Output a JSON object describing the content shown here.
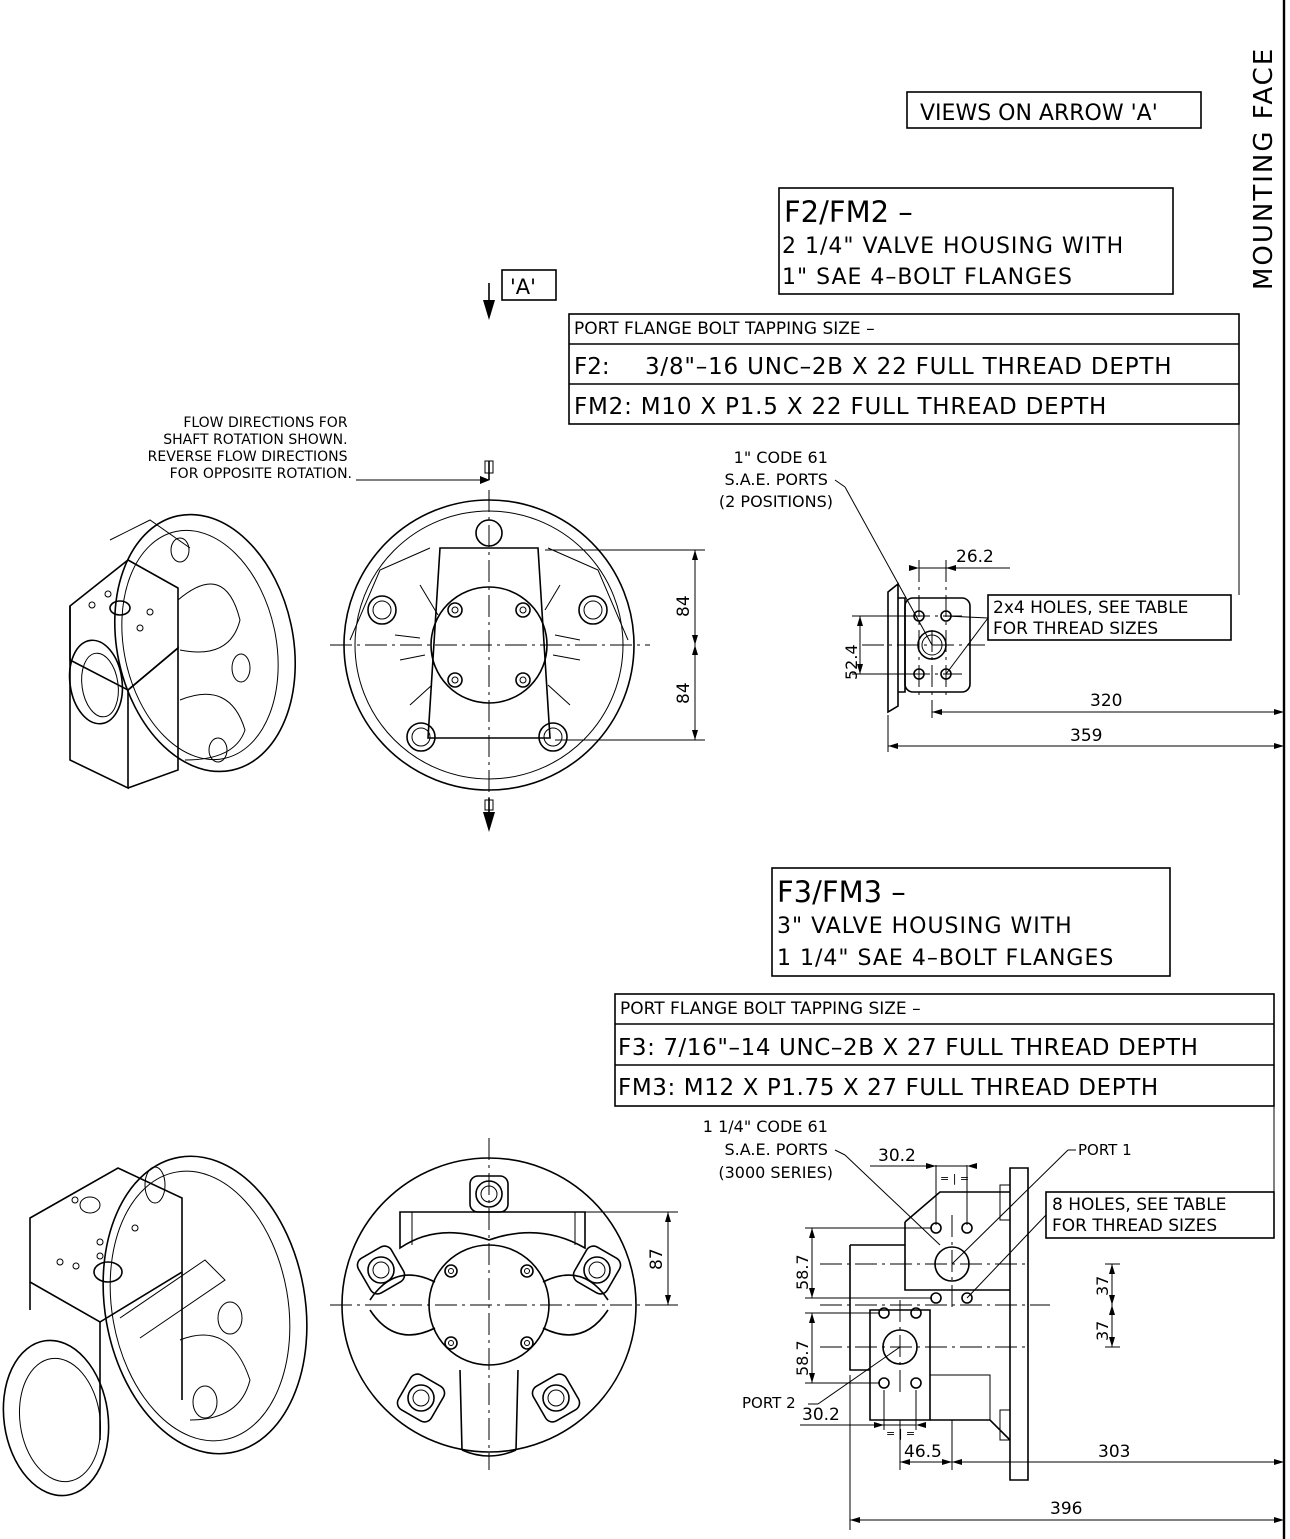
{
  "header": {
    "view_label": "VIEWS ON ARROW 'A'",
    "mounting_face": "MOUNTING FACE",
    "arrow_label": "'A'"
  },
  "notes": {
    "flow": [
      "FLOW DIRECTIONS FOR",
      "SHAFT ROTATION SHOWN.",
      "REVERSE FLOW DIRECTIONS",
      "FOR OPPOSITE ROTATION."
    ]
  },
  "f2": {
    "title": "F2/FM2 –",
    "line1": "2 1/4\" VALVE HOUSING WITH",
    "line2": "1\" SAE 4–BOLT FLANGES",
    "table_header": "PORT FLANGE BOLT TAPPING SIZE –",
    "row1_key": "F2:",
    "row1_val": "3/8\"–16 UNC–2B X 22 FULL THREAD DEPTH",
    "row2": "FM2: M10 X P1.5 X 22 FULL THREAD DEPTH",
    "ports": [
      "1\" CODE 61",
      "S.A.E. PORTS",
      "(2 POSITIONS)"
    ],
    "holes": [
      "2x4 HOLES, SEE TABLE",
      "FOR THREAD SIZES"
    ],
    "dims": {
      "d84a": "84",
      "d84b": "84",
      "d26": "26.2",
      "d52": "52.4",
      "d320": "320",
      "d359": "359"
    }
  },
  "f3": {
    "title": "F3/FM3 –",
    "line1": "3\" VALVE HOUSING WITH",
    "line2": "1 1/4\" SAE 4–BOLT FLANGES",
    "table_header": "PORT FLANGE BOLT TAPPING SIZE –",
    "row1": "F3: 7/16\"–14 UNC–2B X 27 FULL THREAD DEPTH",
    "row2": "FM3: M12 X P1.75 X 27 FULL THREAD DEPTH",
    "ports": [
      "1 1/4\" CODE 61",
      "S.A.E. PORTS",
      "(3000 SERIES)"
    ],
    "port1": "PORT 1",
    "port2": "PORT 2",
    "holes": [
      "8 HOLES, SEE TABLE",
      "FOR THREAD SIZES"
    ],
    "dims": {
      "d87": "87",
      "d30a": "30.2",
      "d30b": "30.2",
      "d587a": "58.7",
      "d587b": "58.7",
      "d37a": "37",
      "d37b": "37",
      "d465": "46.5",
      "d303": "303",
      "d396": "396"
    }
  }
}
